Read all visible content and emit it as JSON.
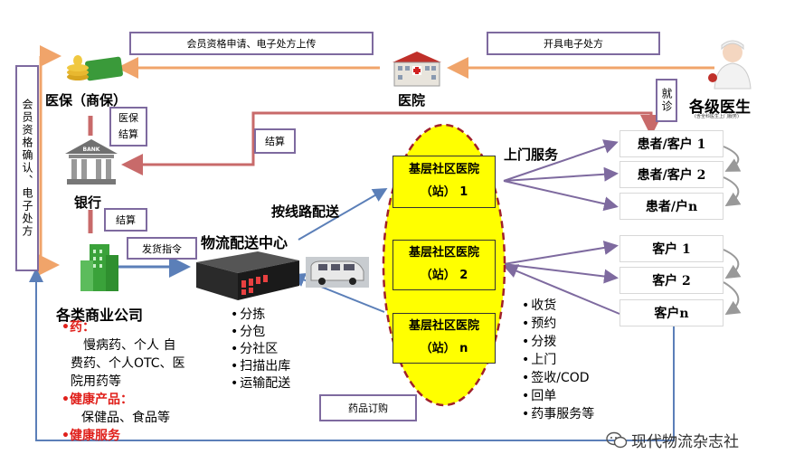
{
  "labels": {
    "medical_insurance": "医保（商保）",
    "hospital": "医院",
    "doctors": "各级医生",
    "doctors_sub": "(含全科医生上门服务)",
    "bank": "银行",
    "bank_sign": "BANK",
    "commercial": "各类商业公司",
    "logistics_center": "物流配送中心",
    "route_delivery": "按线路配送",
    "door_service": "上门服务"
  },
  "boxes": {
    "apply_upload": "会员资格申请、电子处方上传",
    "issue_prescription": "开具电子处方",
    "membership_vertical": "会员资格确认、电子处方",
    "insurance_settle": "医保结算",
    "settle_bank": "结算",
    "settle_commercial": "结算",
    "shipping_order": "发货指令",
    "visit": "就诊",
    "drug_order": "药品订购"
  },
  "hospitals": [
    {
      "line1": "基层社区医院",
      "line2": "（站） 1"
    },
    {
      "line1": "基层社区医院",
      "line2": "（站） 2"
    },
    {
      "line1": "基层社区医院",
      "line2": "（站） n"
    }
  ],
  "patients": [
    "患者/客户 1",
    "患者/客户 2",
    "患者/户n"
  ],
  "customers": [
    "客户 1",
    "客户 2",
    "客户n"
  ],
  "logistics_functions": [
    "分拣",
    "分包",
    "分社区",
    "扫描出库",
    "运输配送"
  ],
  "hospital_services": [
    "收货",
    "预约",
    "分拨",
    "上门",
    "签收/COD",
    "回单",
    "药事服务等"
  ],
  "commercial_categories": {
    "drug_title": "•药：",
    "drug_body_1": "慢病药、个人 自",
    "drug_body_2": "费药、个人OTC、医",
    "drug_body_3": "院用药等",
    "health_product_title": "•健康产品：",
    "health_product_body": "保健品、食品等",
    "health_service_title": "•健康服务"
  },
  "watermark": "现代物流杂志社",
  "colors": {
    "arrow_red": "#c86a6a",
    "arrow_blue": "#5b7fb8",
    "arrow_orange": "#f0a46a",
    "box_border": "#7e6a9f",
    "ellipse_fill": "#ffff00",
    "ellipse_border": "#a0202a"
  }
}
